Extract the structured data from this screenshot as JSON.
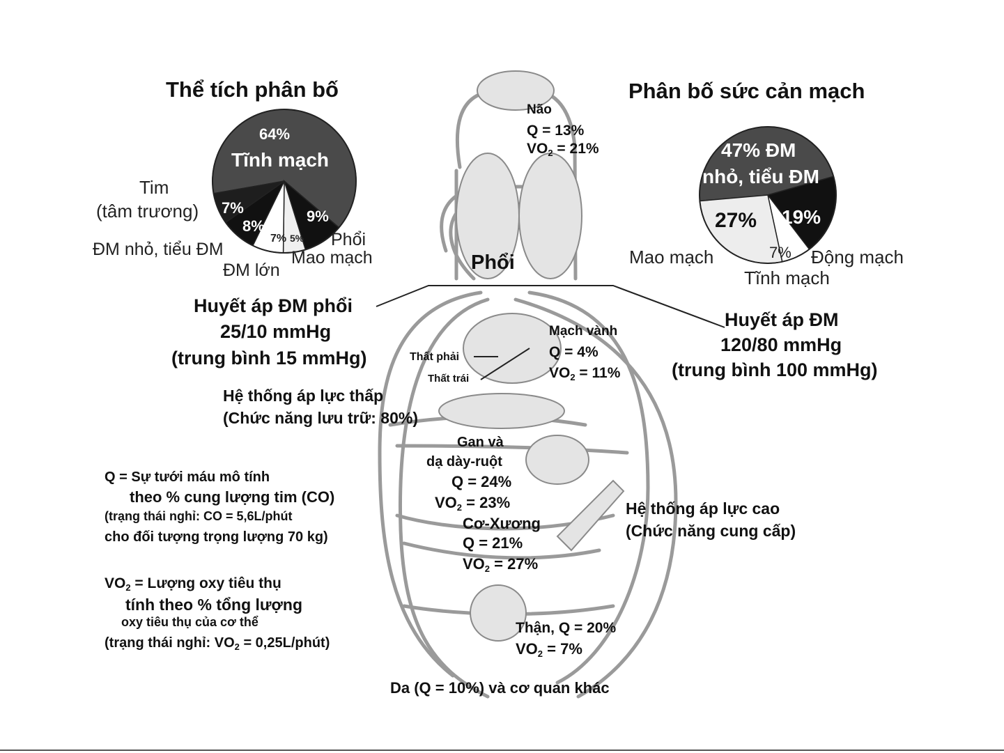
{
  "left_chart": {
    "title": "Thể tích phân bố",
    "center_pct": "64%",
    "center_label": "Tĩnh mạch",
    "slices": [
      {
        "label": "Tĩnh mạch",
        "value": 64,
        "color": "#4a4a4a"
      },
      {
        "label": "Phổi",
        "value": 9,
        "color": "#111111"
      },
      {
        "label": "Mao mạch",
        "value": 5,
        "color": "#f0f0f0"
      },
      {
        "label": "ĐM lớn",
        "value": 7,
        "color": "#ffffff"
      },
      {
        "label": "ĐM nhỏ, tiểu ĐM",
        "value": 8,
        "color": "#111111"
      },
      {
        "label": "Tim (tâm trương)",
        "value": 7,
        "color": "#1e1e1e"
      }
    ],
    "pct_labels": {
      "tim": "7%",
      "dm_nho": "8%",
      "dm_lon": "7%",
      "mao_mach": "5%",
      "phoi": "9%"
    },
    "outer_labels": {
      "tim_1": "Tim",
      "tim_2": "(tâm trương)",
      "dm_nho": "ĐM nhỏ, tiểu ĐM",
      "dm_lon": "ĐM lớn",
      "phoi": "Phổi",
      "mao_mach": "Mao mạch"
    }
  },
  "right_chart": {
    "title": "Phân bố sức cản mạch",
    "slices": [
      {
        "label": "ĐM nhỏ, tiểu ĐM",
        "value": 47,
        "color": "#4a4a4a"
      },
      {
        "label": "Động mạch",
        "value": 19,
        "color": "#111111"
      },
      {
        "label": "Tĩnh mạch",
        "value": 7,
        "color": "#ffffff"
      },
      {
        "label": "Mao mạch",
        "value": 27,
        "color": "#ededed"
      }
    ],
    "pct_labels": {
      "dm_nho_1": "47% ĐM",
      "dm_nho_2": "nhỏ, tiểu ĐM",
      "mao_mach": "27%",
      "dong_mach": "19%",
      "tinh_mach": "7%"
    },
    "outer_labels": {
      "mao_mach": "Mao mạch",
      "dong_mach": "Động mạch",
      "tinh_mach": "Tĩnh mạch"
    }
  },
  "organs": {
    "brain": {
      "name": "Não",
      "q": "Q = 13%",
      "vo2_pre": "VO",
      "vo2_sub": "2",
      "vo2_post": " = 21%"
    },
    "lungs": {
      "name": "Phổi"
    },
    "coronary": {
      "name": "Mạch vành",
      "q": "Q = 4%",
      "vo2_pre": "VO",
      "vo2_sub": "2",
      "vo2_post": " = 11%"
    },
    "right_ventricle": "Thất phải",
    "left_ventricle": "Thất trái",
    "liver": {
      "name_1": "Gan và",
      "name_2": "dạ dày-ruột",
      "q": "Q = 24%",
      "vo2_pre": "VO",
      "vo2_sub": "2",
      "vo2_post": " = 23%"
    },
    "muscle": {
      "name": "Cơ-Xương",
      "q": "Q = 21%",
      "vo2_pre": "VO",
      "vo2_sub": "2",
      "vo2_post": " = 27%"
    },
    "kidney": {
      "name_q": "Thận, Q = 20%",
      "vo2_pre": "VO",
      "vo2_sub": "2",
      "vo2_post": " = 7%"
    },
    "skin": "Da (Q = 10%) và cơ quan khác"
  },
  "pressure": {
    "pulmonary": {
      "l1": "Huyết áp ĐM phổi",
      "l2": "25/10 mmHg",
      "l3": "(trung bình 15 mmHg)"
    },
    "systemic": {
      "l1": "Huyết áp ĐM",
      "l2": "120/80 mmHg",
      "l3": "(trung bình 100 mmHg)"
    },
    "low": {
      "l1": "Hệ thống áp lực thấp",
      "l2": "(Chức năng lưu trữ: 80%)"
    },
    "high": {
      "l1": "Hệ thống áp lực cao",
      "l2": "(Chức năng cung cấp)"
    }
  },
  "legend": {
    "q_1": "Q = Sự tưới máu mô tính",
    "q_2": "theo % cung lượng tim (CO)",
    "q_3": "(trạng thái nghỉ: CO = 5,6L/phút",
    "q_4": "cho đối tượng trọng lượng 70 kg)",
    "vo2_1_pre": "VO",
    "vo2_1_sub": "2",
    "vo2_1_post": " = Lượng oxy tiêu thụ",
    "vo2_2": "tính theo % tổng lượng",
    "vo2_3": "oxy tiêu thụ của cơ thể",
    "vo2_4_pre": "(trạng thái nghỉ: VO",
    "vo2_4_sub": "2",
    "vo2_4_post": " = 0,25L/phút)"
  }
}
